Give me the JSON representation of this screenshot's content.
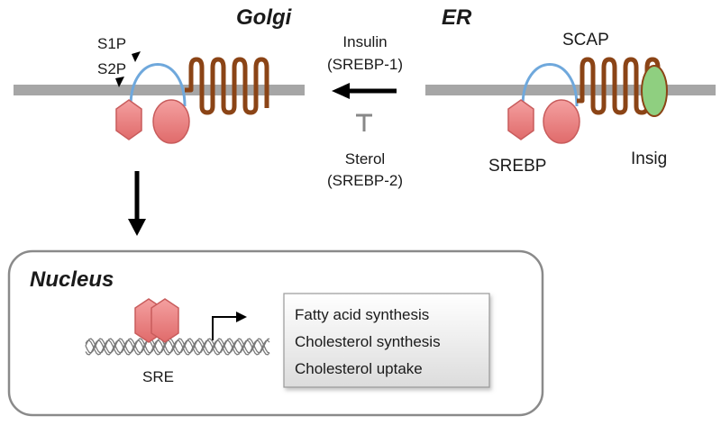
{
  "labels": {
    "golgi": "Golgi",
    "er": "ER",
    "s1p": "S1P",
    "s2p": "S2P",
    "scap": "SCAP",
    "srebp": "SREBP",
    "insig": "Insig",
    "insulin": "Insulin",
    "insulin_target": "(SREBP-1)",
    "sterol": "Sterol",
    "sterol_target": "(SREBP-2)",
    "nucleus": "Nucleus",
    "sre": "SRE"
  },
  "target_genes": [
    "Fatty acid synthesis",
    "Cholesterol synthesis",
    "Cholesterol uptake"
  ],
  "colors": {
    "membrane": "#a6a6a6",
    "srebp_fill": "#e57a7a",
    "srebp_stroke": "#c85c5c",
    "scap_coil": "#8b4416",
    "loop": "#6fa8dc",
    "insig_fill": "#8fcf80",
    "insig_stroke": "#8b4416",
    "arrow": "#000000",
    "inhibit": "#888888",
    "nucleus_border": "#8a8a8a",
    "dna": "#7a7a7a"
  }
}
